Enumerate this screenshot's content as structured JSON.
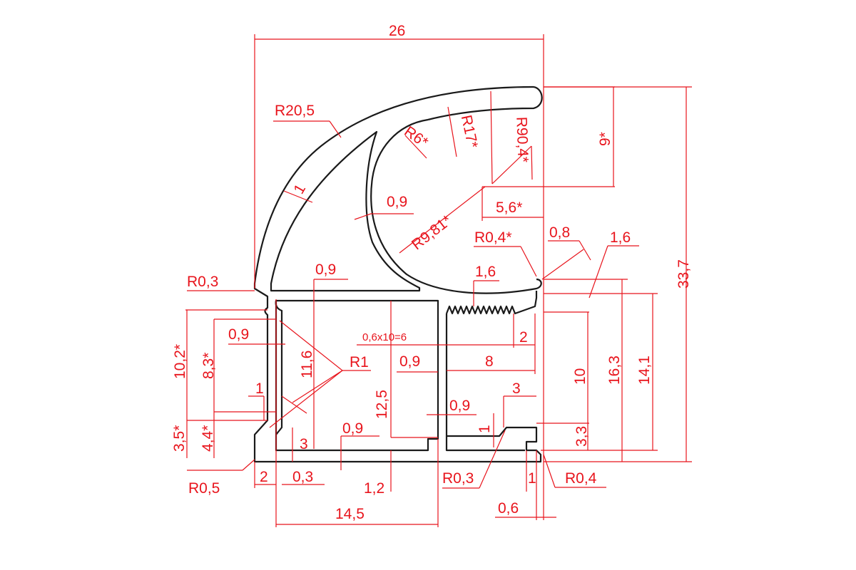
{
  "colors": {
    "dimension": "#e8141c",
    "profile": "#1a1a1a",
    "background": "#ffffff"
  },
  "labels": {
    "width_total": "26",
    "r_outer": "R20,5",
    "r6": "R6*",
    "r17": "R17*",
    "r90": "R90,4*",
    "dim_9": "9*",
    "dim_1_top": "1",
    "dim_09_a": "0,9",
    "r981": "R9,81*",
    "dim_56": "5,6*",
    "r04_top": "R0,4*",
    "dim_08": "0,8",
    "dim_16_right": "1,6",
    "height_total": "33,7",
    "r03_left": "R0,3",
    "dim_09_b": "0,9",
    "dim_16_teeth": "1,6",
    "dim_102": "10,2*",
    "dim_83": "8,3*",
    "dim_09_c": "0,9",
    "dim_116": "11,6",
    "teeth_pitch": "0,6x10=6",
    "dim_2_right": "2",
    "r1": "R1",
    "dim_09_d": "0,9",
    "dim_8": "8",
    "dim_10": "10",
    "dim_163": "16,3",
    "dim_141": "14,1",
    "dim_125": "12,5",
    "dim_3_slot": "3",
    "dim_09_e": "0,9",
    "dim_1_left": "1",
    "dim_35": "3,5*",
    "dim_44": "4,4*",
    "dim_09_f": "0,9",
    "dim_1_slot": "1",
    "dim_3_base": "3",
    "dim_33": "3,3",
    "r05": "R0,5",
    "dim_2_left": "2",
    "dim_03": "0,3",
    "dim_12": "1,2",
    "r03_bottom": "R0,3",
    "dim_1_bottom": "1",
    "r04_bottom": "R0,4",
    "dim_145": "14,5",
    "dim_06": "0,6"
  }
}
